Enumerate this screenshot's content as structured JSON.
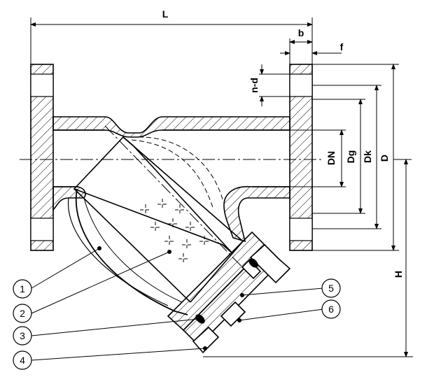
{
  "diagram": {
    "dimensions": {
      "L": "L",
      "b": "b",
      "f": "f",
      "n_d": "n-d",
      "DN": "DN",
      "Dg": "Dg",
      "Dk": "Dk",
      "D": "D",
      "H": "H"
    },
    "callouts": [
      "1",
      "2",
      "3",
      "4",
      "5",
      "6"
    ]
  }
}
